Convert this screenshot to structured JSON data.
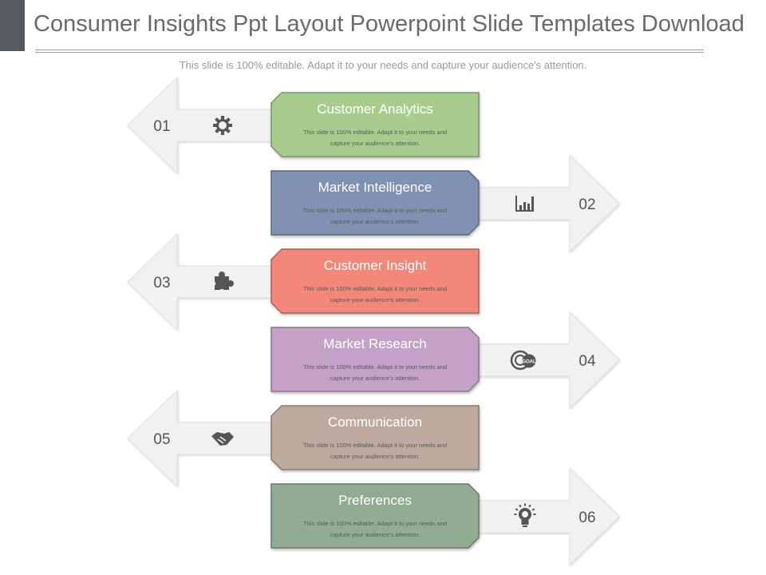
{
  "header": {
    "title": "Consumer Insights Ppt Layout Powerpoint Slide Templates Download",
    "subtitle": "This slide is 100% editable. Adapt it to your needs and capture your audience's attention."
  },
  "steps": [
    {
      "number": "01",
      "title": "Customer Analytics",
      "desc_line1": "This slide is 100% editable. Adapt it to your needs and",
      "desc_line2": "capture your audience's attention.",
      "direction": "left",
      "color": "#a8cc8e",
      "icon": "gear-icon"
    },
    {
      "number": "02",
      "title": "Market Intelligence",
      "desc_line1": "This slide is 100% editable. Adapt it to your needs and",
      "desc_line2": "capture your audience's attention.",
      "direction": "right",
      "color": "#8191b3",
      "icon": "bar-chart-icon"
    },
    {
      "number": "03",
      "title": "Customer Insight",
      "desc_line1": "This slide is 100% editable. Adapt it to your needs and",
      "desc_line2": "capture your audience's attention.",
      "direction": "left",
      "color": "#f2877a",
      "icon": "puzzle-icon"
    },
    {
      "number": "04",
      "title": "Market Research",
      "desc_line1": "This slide is 100% editable. Adapt it to your needs and",
      "desc_line2": "capture your audience's attention.",
      "direction": "right",
      "color": "#c4a2c8",
      "icon": "goal-target-icon"
    },
    {
      "number": "05",
      "title": "Communication",
      "desc_line1": "This slide is 100% editable. Adapt it to your needs and",
      "desc_line2": "capture your audience's attention.",
      "direction": "left",
      "color": "#bea99e",
      "icon": "handshake-icon"
    },
    {
      "number": "06",
      "title": "Preferences",
      "desc_line1": "This slide is 100% editable. Adapt it to your needs and",
      "desc_line2": "capture your audience's attention.",
      "direction": "right",
      "color": "#92ab93",
      "icon": "lightbulb-icon"
    }
  ],
  "icon_labels": {
    "goal": "GOAL"
  }
}
